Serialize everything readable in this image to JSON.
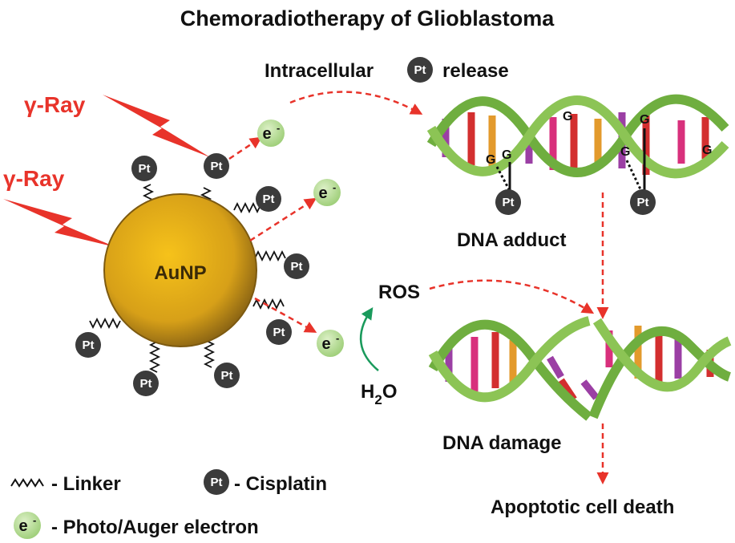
{
  "title": "Chemoradiotherapy of Glioblastoma",
  "nanoparticle": {
    "label": "AuNP"
  },
  "rays": [
    {
      "label": "γ-Ray"
    },
    {
      "label": "γ-Ray"
    }
  ],
  "cisplatin_symbol": "Pt",
  "electron_symbol": "e",
  "electron_charge": "-",
  "release_label_prefix": "Intracellular",
  "release_label_suffix": "release",
  "guanine_letter": "G",
  "ros_label": "ROS",
  "water_label": {
    "h": "H",
    "sub": "2",
    "o": "O"
  },
  "dna_adduct_label": "DNA adduct",
  "dna_damage_label": "DNA damage",
  "cell_death_label": "Apoptotic cell death",
  "legend": {
    "linker": "- Linker",
    "cisplatin": "- Cisplatin",
    "electron": "- Photo/Auger electron"
  },
  "colors": {
    "ray": "#e8332a",
    "arrow_dashed": "#e8332a",
    "nanoparticle": "#d9a21b",
    "cisplatin": "#3b3b3b",
    "electron": "#b5dc93",
    "dna_backbone": "#7ab648",
    "water_arrow": "#1a9a5c"
  }
}
